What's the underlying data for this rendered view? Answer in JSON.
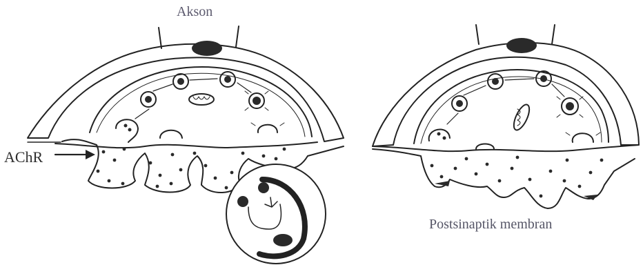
{
  "labels": {
    "axon": "Akson",
    "receptor": "AChR",
    "membrane": "Postsinaptik membran"
  },
  "colors": {
    "ink": "#222222",
    "fill_dark": "#2a2a2a",
    "background": "#ffffff"
  }
}
